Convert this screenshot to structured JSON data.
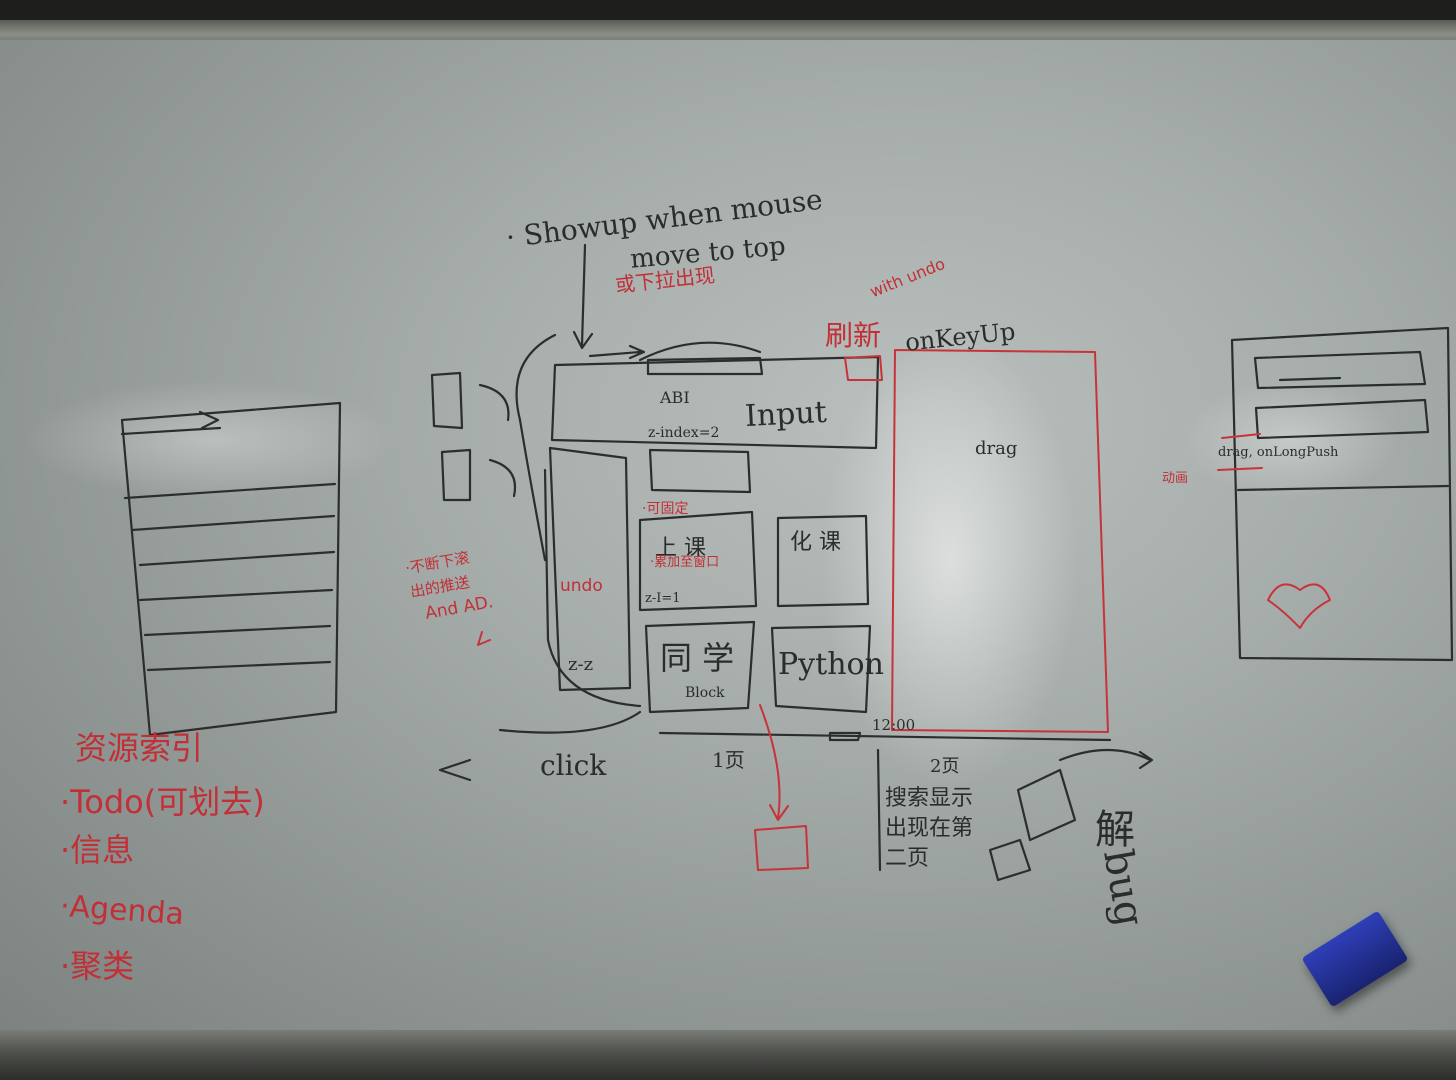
{
  "colors": {
    "board": "#a6adab",
    "frame": "#5b5d58",
    "marker_black": "#2b2e2c",
    "marker_red": "#c8333a",
    "eraser": "#2e3fb8"
  },
  "notes": {
    "showup": "· Showup when mouse",
    "move_to_top": "move to top",
    "or_pulldown": "或下拉出现",
    "with_undo": "with undo",
    "refresh": "刷新",
    "onkeyup": "onKeyUp",
    "abi": "ABI",
    "input": "Input",
    "zindex_2": "z-index=2",
    "ad_line1": "·不断下滚",
    "ad_line2": "出的推送",
    "ad_line3": "And AD.",
    "undo": "undo",
    "block_a_note": "·可固定",
    "block_a_title": "上 课",
    "block_a_sub": "·累加至窗口",
    "zindex_1": "z-I=1",
    "block_b_title": "化 课",
    "zz": "z-z",
    "block_c_title": "同 学",
    "block_label": "Block",
    "block_d_title": "Python",
    "click": "click",
    "one_page": "1页",
    "time_1200": "12:00",
    "two_page": "2页",
    "right_line1": "搜索显示",
    "right_line2": "出现在第",
    "right_line3": "二页",
    "solve": "解",
    "bug": "bug",
    "drag_label": "drag",
    "drag_onlongpush": "drag, onLongPush",
    "right_red": "动画",
    "left_list_title": "资源索引",
    "left_list": [
      "·Todo(可划去)",
      "·信息",
      "·Agenda",
      "·聚类"
    ]
  }
}
